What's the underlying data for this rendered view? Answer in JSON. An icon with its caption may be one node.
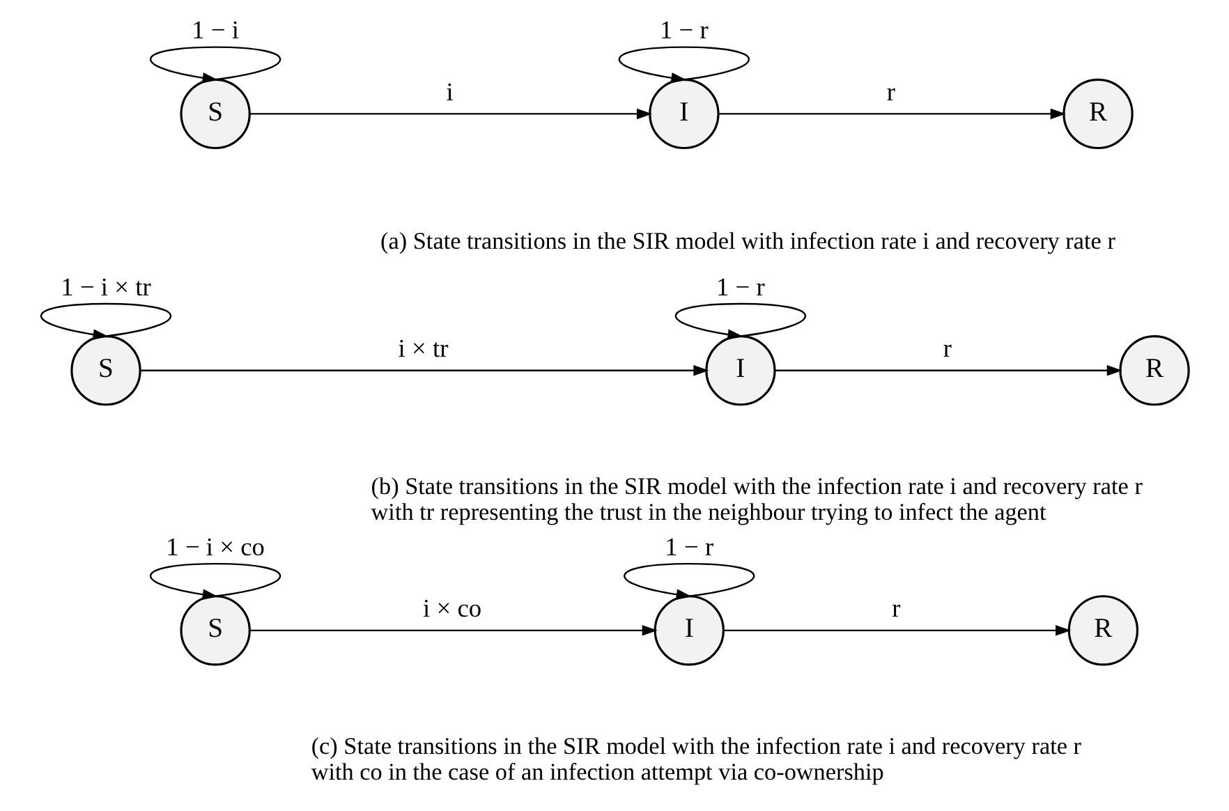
{
  "diagram": {
    "nodes": [
      {
        "text": [
          "S"
        ]
      },
      {
        "text": [
          "I"
        ]
      },
      {
        "text": [
          "R"
        ]
      },
      {
        "text": [
          "S"
        ]
      },
      {
        "text": [
          "I"
        ]
      },
      {
        "text": [
          "R"
        ]
      },
      {
        "text": [
          "S"
        ]
      },
      {
        "text": [
          "I"
        ]
      },
      {
        "text": [
          "R"
        ]
      }
    ],
    "edges": [
      {
        "from": 0,
        "to": 0,
        "arrow": "to",
        "label": "1 − i"
      },
      {
        "from": 0,
        "to": 1,
        "arrow": "to",
        "label": "i"
      },
      {
        "from": 1,
        "to": 1,
        "arrow": "to",
        "label": "1 − r"
      },
      {
        "from": 1,
        "to": 2,
        "arrow": "to",
        "label": "r"
      },
      {
        "from": 3,
        "to": 3,
        "arrow": "to",
        "label": "1 − i × tr"
      },
      {
        "from": 3,
        "to": 4,
        "arrow": "to",
        "label": "i × tr"
      },
      {
        "from": 4,
        "to": 4,
        "arrow": "to",
        "label": "1 − r"
      },
      {
        "from": 4,
        "to": 5,
        "arrow": "to",
        "label": "r"
      },
      {
        "from": 6,
        "to": 6,
        "arrow": "to",
        "label": "1 − i × co"
      },
      {
        "from": 6,
        "to": 7,
        "arrow": "to",
        "label": "i × co"
      },
      {
        "from": 7,
        "to": 7,
        "arrow": "to",
        "label": "1 − r"
      },
      {
        "from": 7,
        "to": 8,
        "arrow": "to",
        "label": "r"
      }
    ],
    "labels": [
      "(a) State transitions in the SIR model with infection rate i and recovery rate r",
      "(b) State transitions in the SIR model with the infection rate i and recovery rate r with tr representing the trust in the neighbour trying to infect the agent",
      "(c) State transitions in the SIR model with the infection rate i and recovery rate r with co in the case of an infection attempt via co-ownership"
    ]
  }
}
